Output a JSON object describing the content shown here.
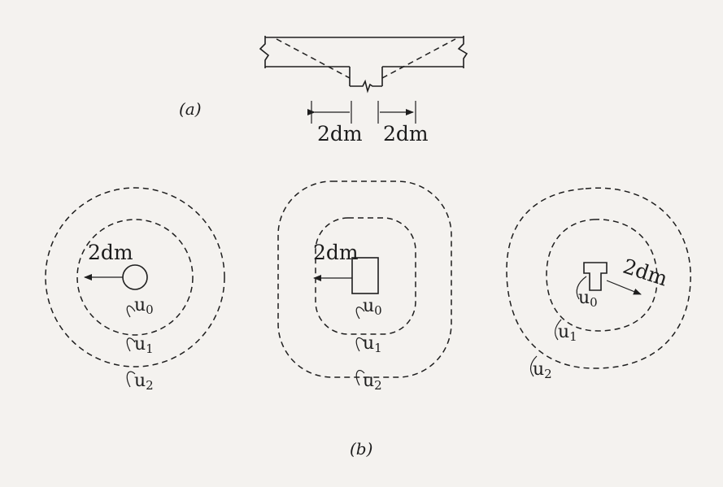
{
  "part_a": {
    "caption": "(a)",
    "dim_left": "2dm",
    "dim_right": "2dm"
  },
  "part_b": {
    "caption": "(b)",
    "circular_column": {
      "dim": "2dm",
      "u0": "u",
      "u0_sub": "0",
      "u1": "u",
      "u1_sub": "1",
      "u2": "u",
      "u2_sub": "2"
    },
    "rectangular_column": {
      "dim": "2dm",
      "u0": "u",
      "u0_sub": "0",
      "u1": "u",
      "u1_sub": "1",
      "u2": "u",
      "u2_sub": "2"
    },
    "tee_column": {
      "dim": "2dm",
      "u0": "u",
      "u0_sub": "0",
      "u1": "u",
      "u1_sub": "1",
      "u2": "u",
      "u2_sub": "2"
    }
  }
}
